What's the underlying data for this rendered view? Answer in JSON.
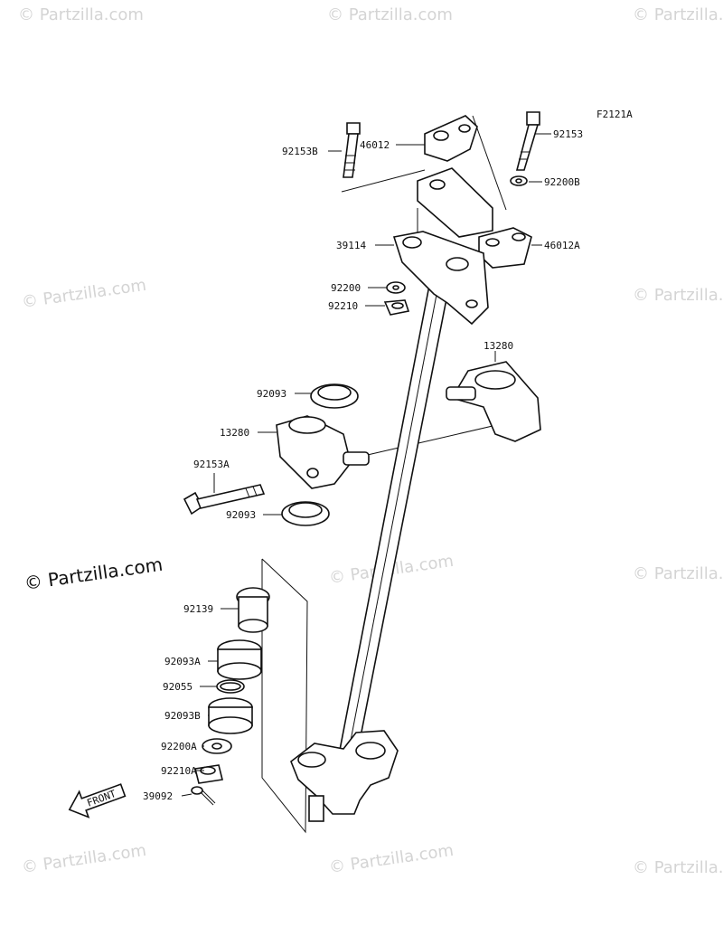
{
  "figure_code": "F2121A",
  "watermark": "© Partzilla.com",
  "front_arrow_label": "FRONT",
  "labels": {
    "l_92153B": "92153B",
    "l_46012": "46012",
    "l_92153": "92153",
    "l_92200B": "92200B",
    "l_39114": "39114",
    "l_46012A": "46012A",
    "l_92200": "92200",
    "l_92210": "92210",
    "l_13280_right": "13280",
    "l_92093_top": "92093",
    "l_13280_left": "13280",
    "l_92153A": "92153A",
    "l_92093_bottom": "92093",
    "l_92139": "92139",
    "l_92093A": "92093A",
    "l_92055": "92055",
    "l_92093B": "92093B",
    "l_92200A": "92200A",
    "l_92210A": "92210A",
    "l_39092": "39092"
  }
}
